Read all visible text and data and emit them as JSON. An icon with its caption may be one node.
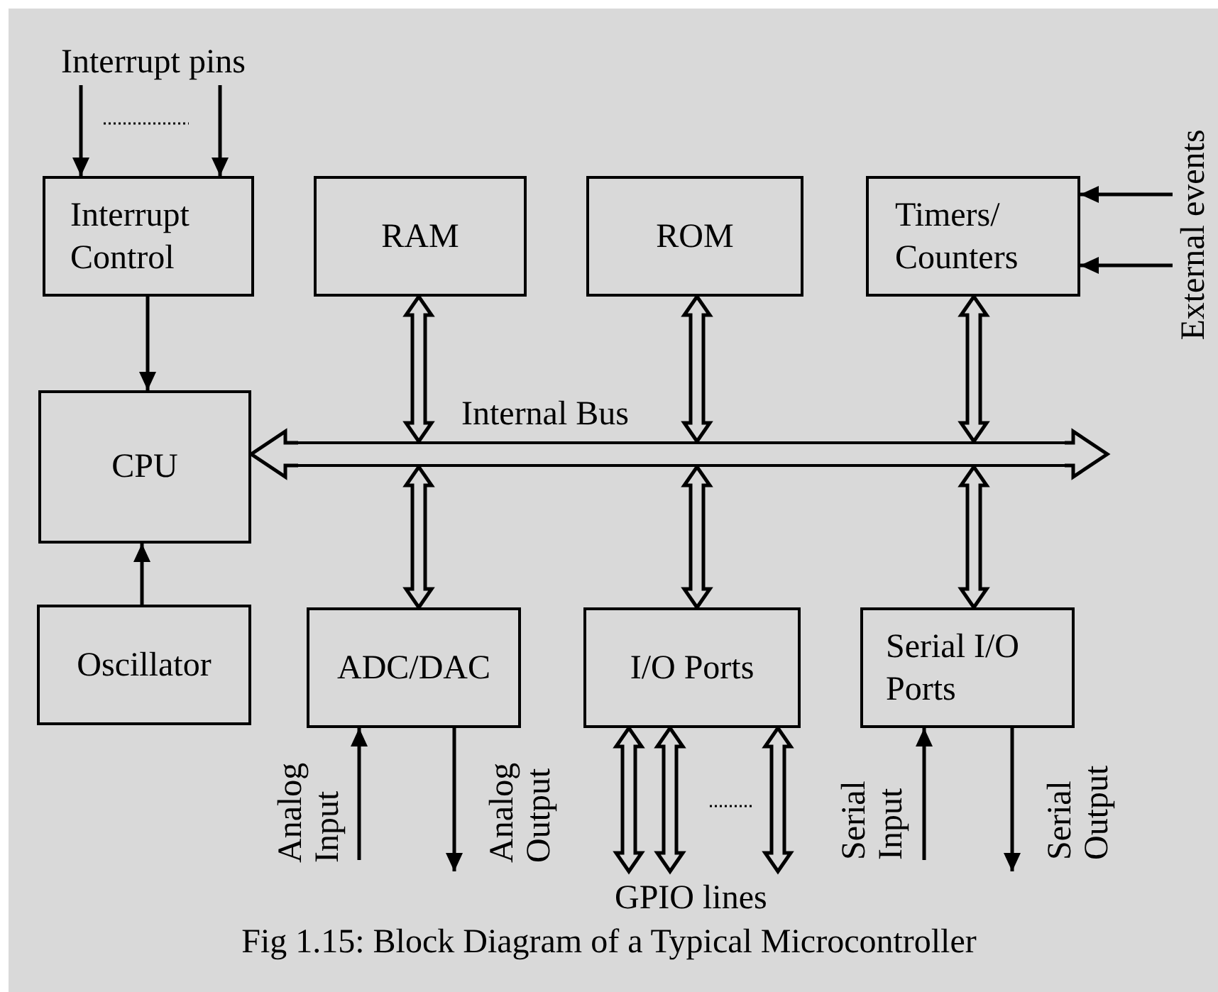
{
  "diagram": {
    "caption": "Fig 1.15: Block Diagram of a Typical Microcontroller",
    "nodes": [
      {
        "text": [
          "Interrupt pins"
        ]
      },
      {
        "text": [
          "Interrupt Control"
        ]
      },
      {
        "text": [
          "RAM"
        ]
      },
      {
        "text": [
          "ROM"
        ]
      },
      {
        "text": [
          "Timers/ Counters"
        ]
      },
      {
        "text": [
          "External events"
        ]
      },
      {
        "text": [
          "CPU"
        ]
      },
      {
        "text": [
          "Internal Bus"
        ]
      },
      {
        "text": [
          "Oscillator"
        ]
      },
      {
        "text": [
          "ADC/DAC"
        ]
      },
      {
        "text": [
          "I/O Ports"
        ]
      },
      {
        "text": [
          "Serial I/O Ports"
        ]
      }
    ],
    "edges": [
      {
        "from": 0,
        "to": 1,
        "arrow": "to"
      },
      {
        "from": 0,
        "to": 1,
        "arrow": "to"
      },
      {
        "from": 1,
        "to": 6,
        "arrow": "to"
      },
      {
        "from": 2,
        "to": 7,
        "arrow": "both",
        "style": "thick"
      },
      {
        "from": 3,
        "to": 7,
        "arrow": "both",
        "style": "thick"
      },
      {
        "from": 4,
        "to": 7,
        "arrow": "both",
        "style": "thick"
      },
      {
        "from": 5,
        "to": 4,
        "arrow": "to"
      },
      {
        "from": 5,
        "to": 4,
        "arrow": "to"
      },
      {
        "from": 7,
        "to": 6,
        "arrow": "to",
        "style": "thick"
      },
      {
        "from": 7,
        "to": null,
        "arrow": "to",
        "style": "thick"
      },
      {
        "from": 8,
        "to": 6,
        "arrow": "to"
      },
      {
        "from": 7,
        "to": 9,
        "arrow": "both",
        "style": "thick"
      },
      {
        "from": 7,
        "to": 10,
        "arrow": "both",
        "style": "thick"
      },
      {
        "from": 7,
        "to": 11,
        "arrow": "both",
        "style": "thick"
      },
      {
        "from": null,
        "to": 9,
        "arrow": "to",
        "label": "Analog Input"
      },
      {
        "from": 9,
        "to": null,
        "arrow": "to",
        "label": "Analog Output"
      },
      {
        "from": 10,
        "to": null,
        "arrow": "both",
        "style": "thick"
      },
      {
        "from": 10,
        "to": null,
        "arrow": "both",
        "style": "thick"
      },
      {
        "from": 10,
        "to": null,
        "arrow": "both",
        "style": "thick"
      },
      {
        "from": null,
        "to": 11,
        "arrow": "to",
        "label": "Serial Input"
      },
      {
        "from": 11,
        "to": null,
        "arrow": "to",
        "label": "Serial Output"
      }
    ],
    "labels": [
      "GPIO lines"
    ]
  }
}
